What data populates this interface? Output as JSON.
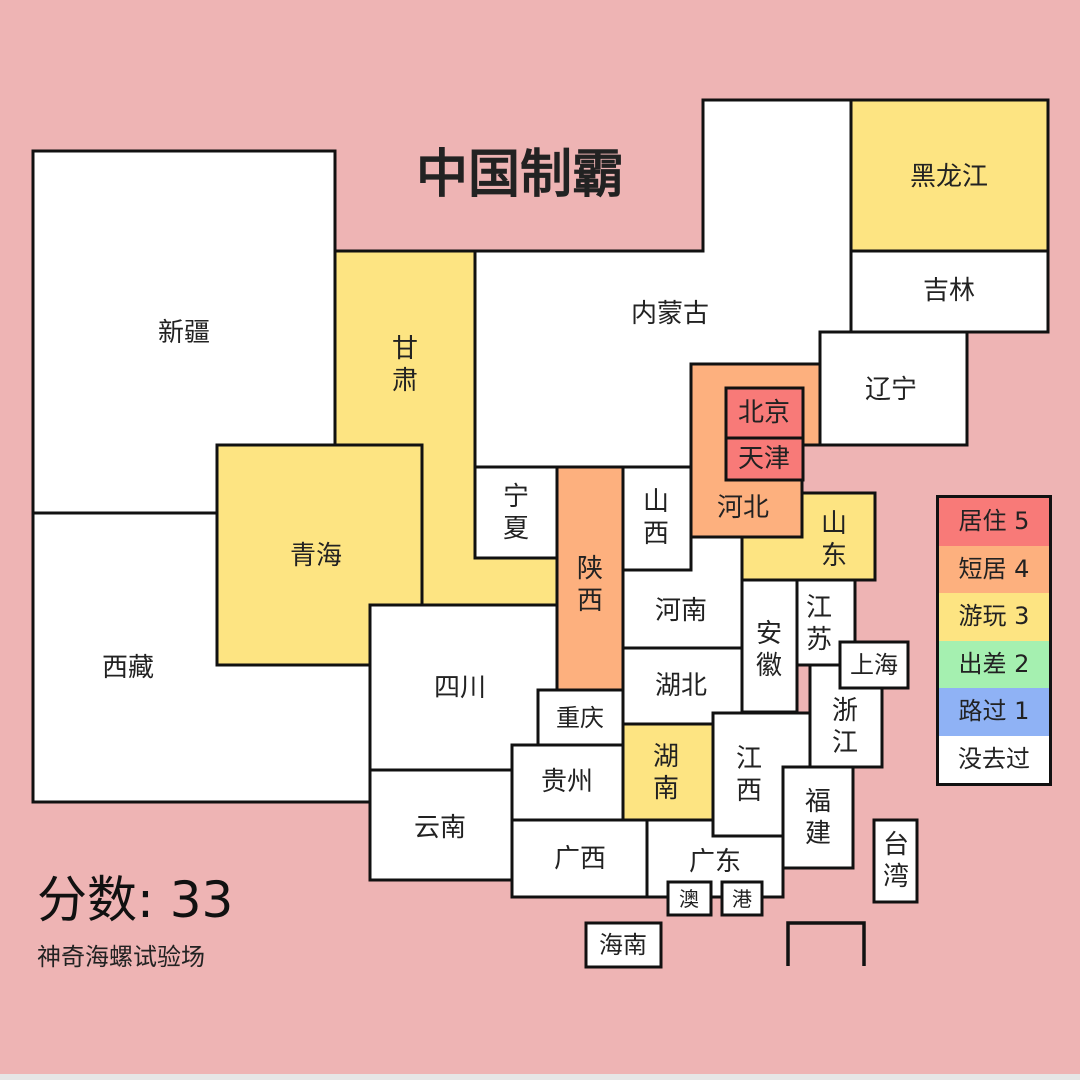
{
  "title": "中国制霸",
  "score": {
    "label": "分数: 33"
  },
  "subtitle": "神奇海螺试验场",
  "colors": {
    "background": "#eeb4b4",
    "0": "#ffffff",
    "1": "#8fb2f5",
    "2": "#a5f0b0",
    "3": "#fde482",
    "4": "#fdb07e",
    "5": "#f87a78"
  },
  "legend": [
    {
      "label": "居住 5",
      "level": 5
    },
    {
      "label": "短居 4",
      "level": 4
    },
    {
      "label": "游玩 3",
      "level": 3
    },
    {
      "label": "出差 2",
      "level": 2
    },
    {
      "label": "路过 1",
      "level": 1
    },
    {
      "label": "没去过",
      "level": 0
    }
  ],
  "regions": [
    {
      "name": "新疆",
      "level": 0
    },
    {
      "name": "西藏",
      "level": 0
    },
    {
      "name": "甘肃",
      "level": 3
    },
    {
      "name": "青海",
      "level": 3
    },
    {
      "name": "内蒙古",
      "level": 0
    },
    {
      "name": "黑龙江",
      "level": 3
    },
    {
      "name": "吉林",
      "level": 0
    },
    {
      "name": "辽宁",
      "level": 0
    },
    {
      "name": "河北",
      "level": 4
    },
    {
      "name": "北京",
      "level": 5
    },
    {
      "name": "天津",
      "level": 5
    },
    {
      "name": "山东",
      "level": 3
    },
    {
      "name": "宁夏",
      "level": 0
    },
    {
      "name": "陕西",
      "level": 4
    },
    {
      "name": "山西",
      "level": 0
    },
    {
      "name": "河南",
      "level": 0
    },
    {
      "name": "湖北",
      "level": 0
    },
    {
      "name": "安徽",
      "level": 0
    },
    {
      "name": "江苏",
      "level": 0
    },
    {
      "name": "上海",
      "level": 0
    },
    {
      "name": "浙江",
      "level": 0
    },
    {
      "name": "江西",
      "level": 0
    },
    {
      "name": "福建",
      "level": 0
    },
    {
      "name": "台湾",
      "level": 0
    },
    {
      "name": "湖南",
      "level": 3
    },
    {
      "name": "重庆",
      "level": 0
    },
    {
      "name": "四川",
      "level": 0
    },
    {
      "name": "贵州",
      "level": 0
    },
    {
      "name": "云南",
      "level": 0
    },
    {
      "name": "广西",
      "level": 0
    },
    {
      "name": "广东",
      "level": 0
    },
    {
      "name": "澳",
      "level": 0
    },
    {
      "name": "港",
      "level": 0
    },
    {
      "name": "海南",
      "level": 0
    }
  ]
}
